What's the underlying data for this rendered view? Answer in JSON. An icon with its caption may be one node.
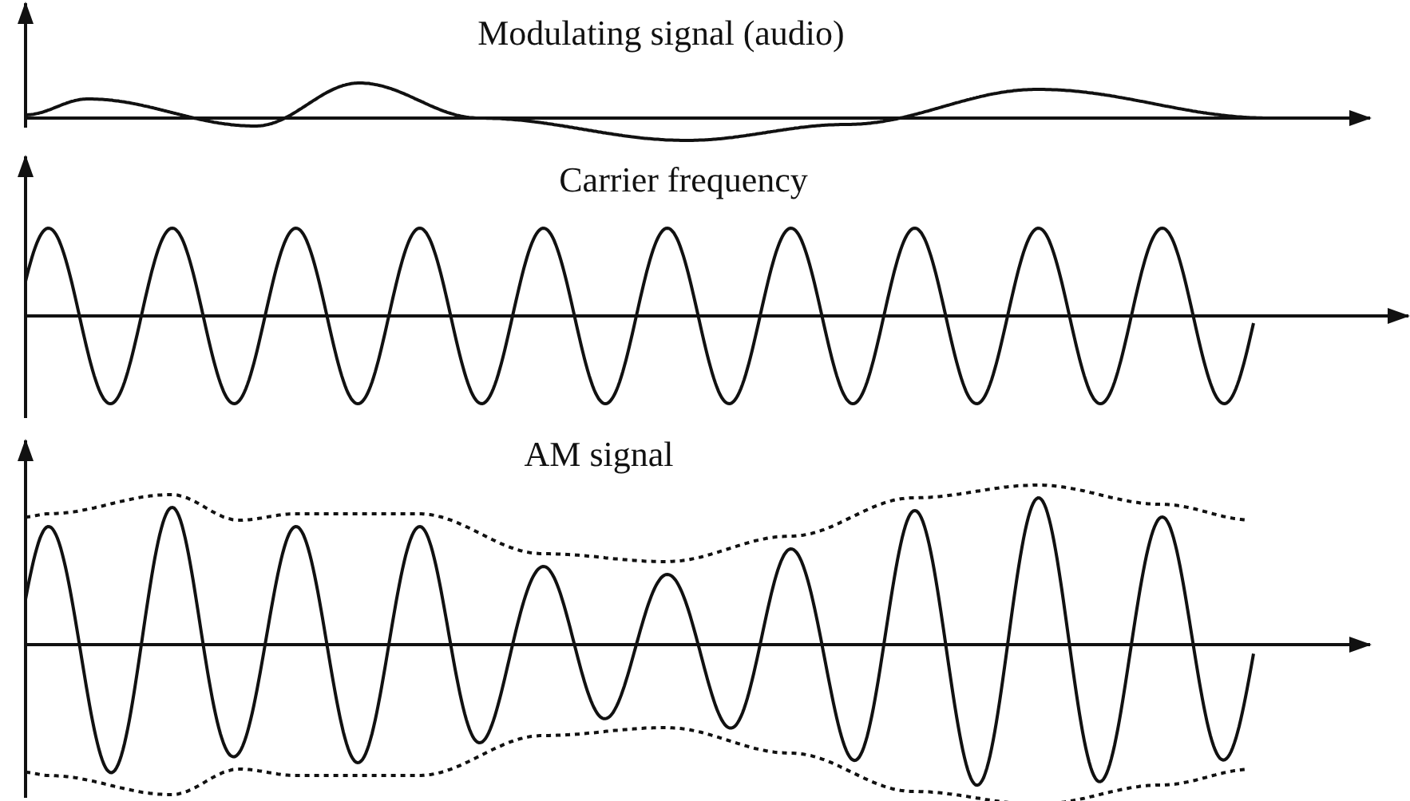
{
  "diagram": {
    "labels": [
      "Modulating signal (audio)",
      "Carrier frequency",
      "AM signal"
    ]
  }
}
